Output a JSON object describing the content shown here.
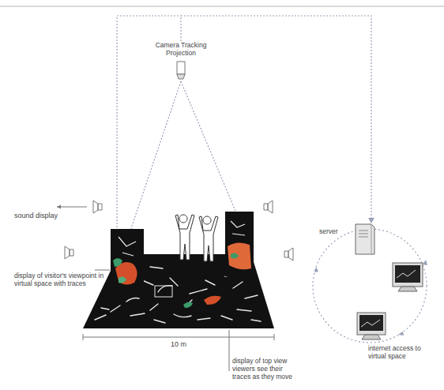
{
  "diagram": {
    "nodes": [
      {
        "text": [
          "Camera Tracking Projection"
        ]
      },
      {
        "text": [
          "server"
        ]
      }
    ],
    "edges": [
      {
        "from": 0,
        "to": 1,
        "arrow": "to"
      }
    ],
    "labels": [
      "sound display",
      "display of visitor's viewpoint in virtual space with traces",
      "10 m",
      "display of top view viewers see their traces as they move",
      "internet access to virtual space"
    ]
  }
}
